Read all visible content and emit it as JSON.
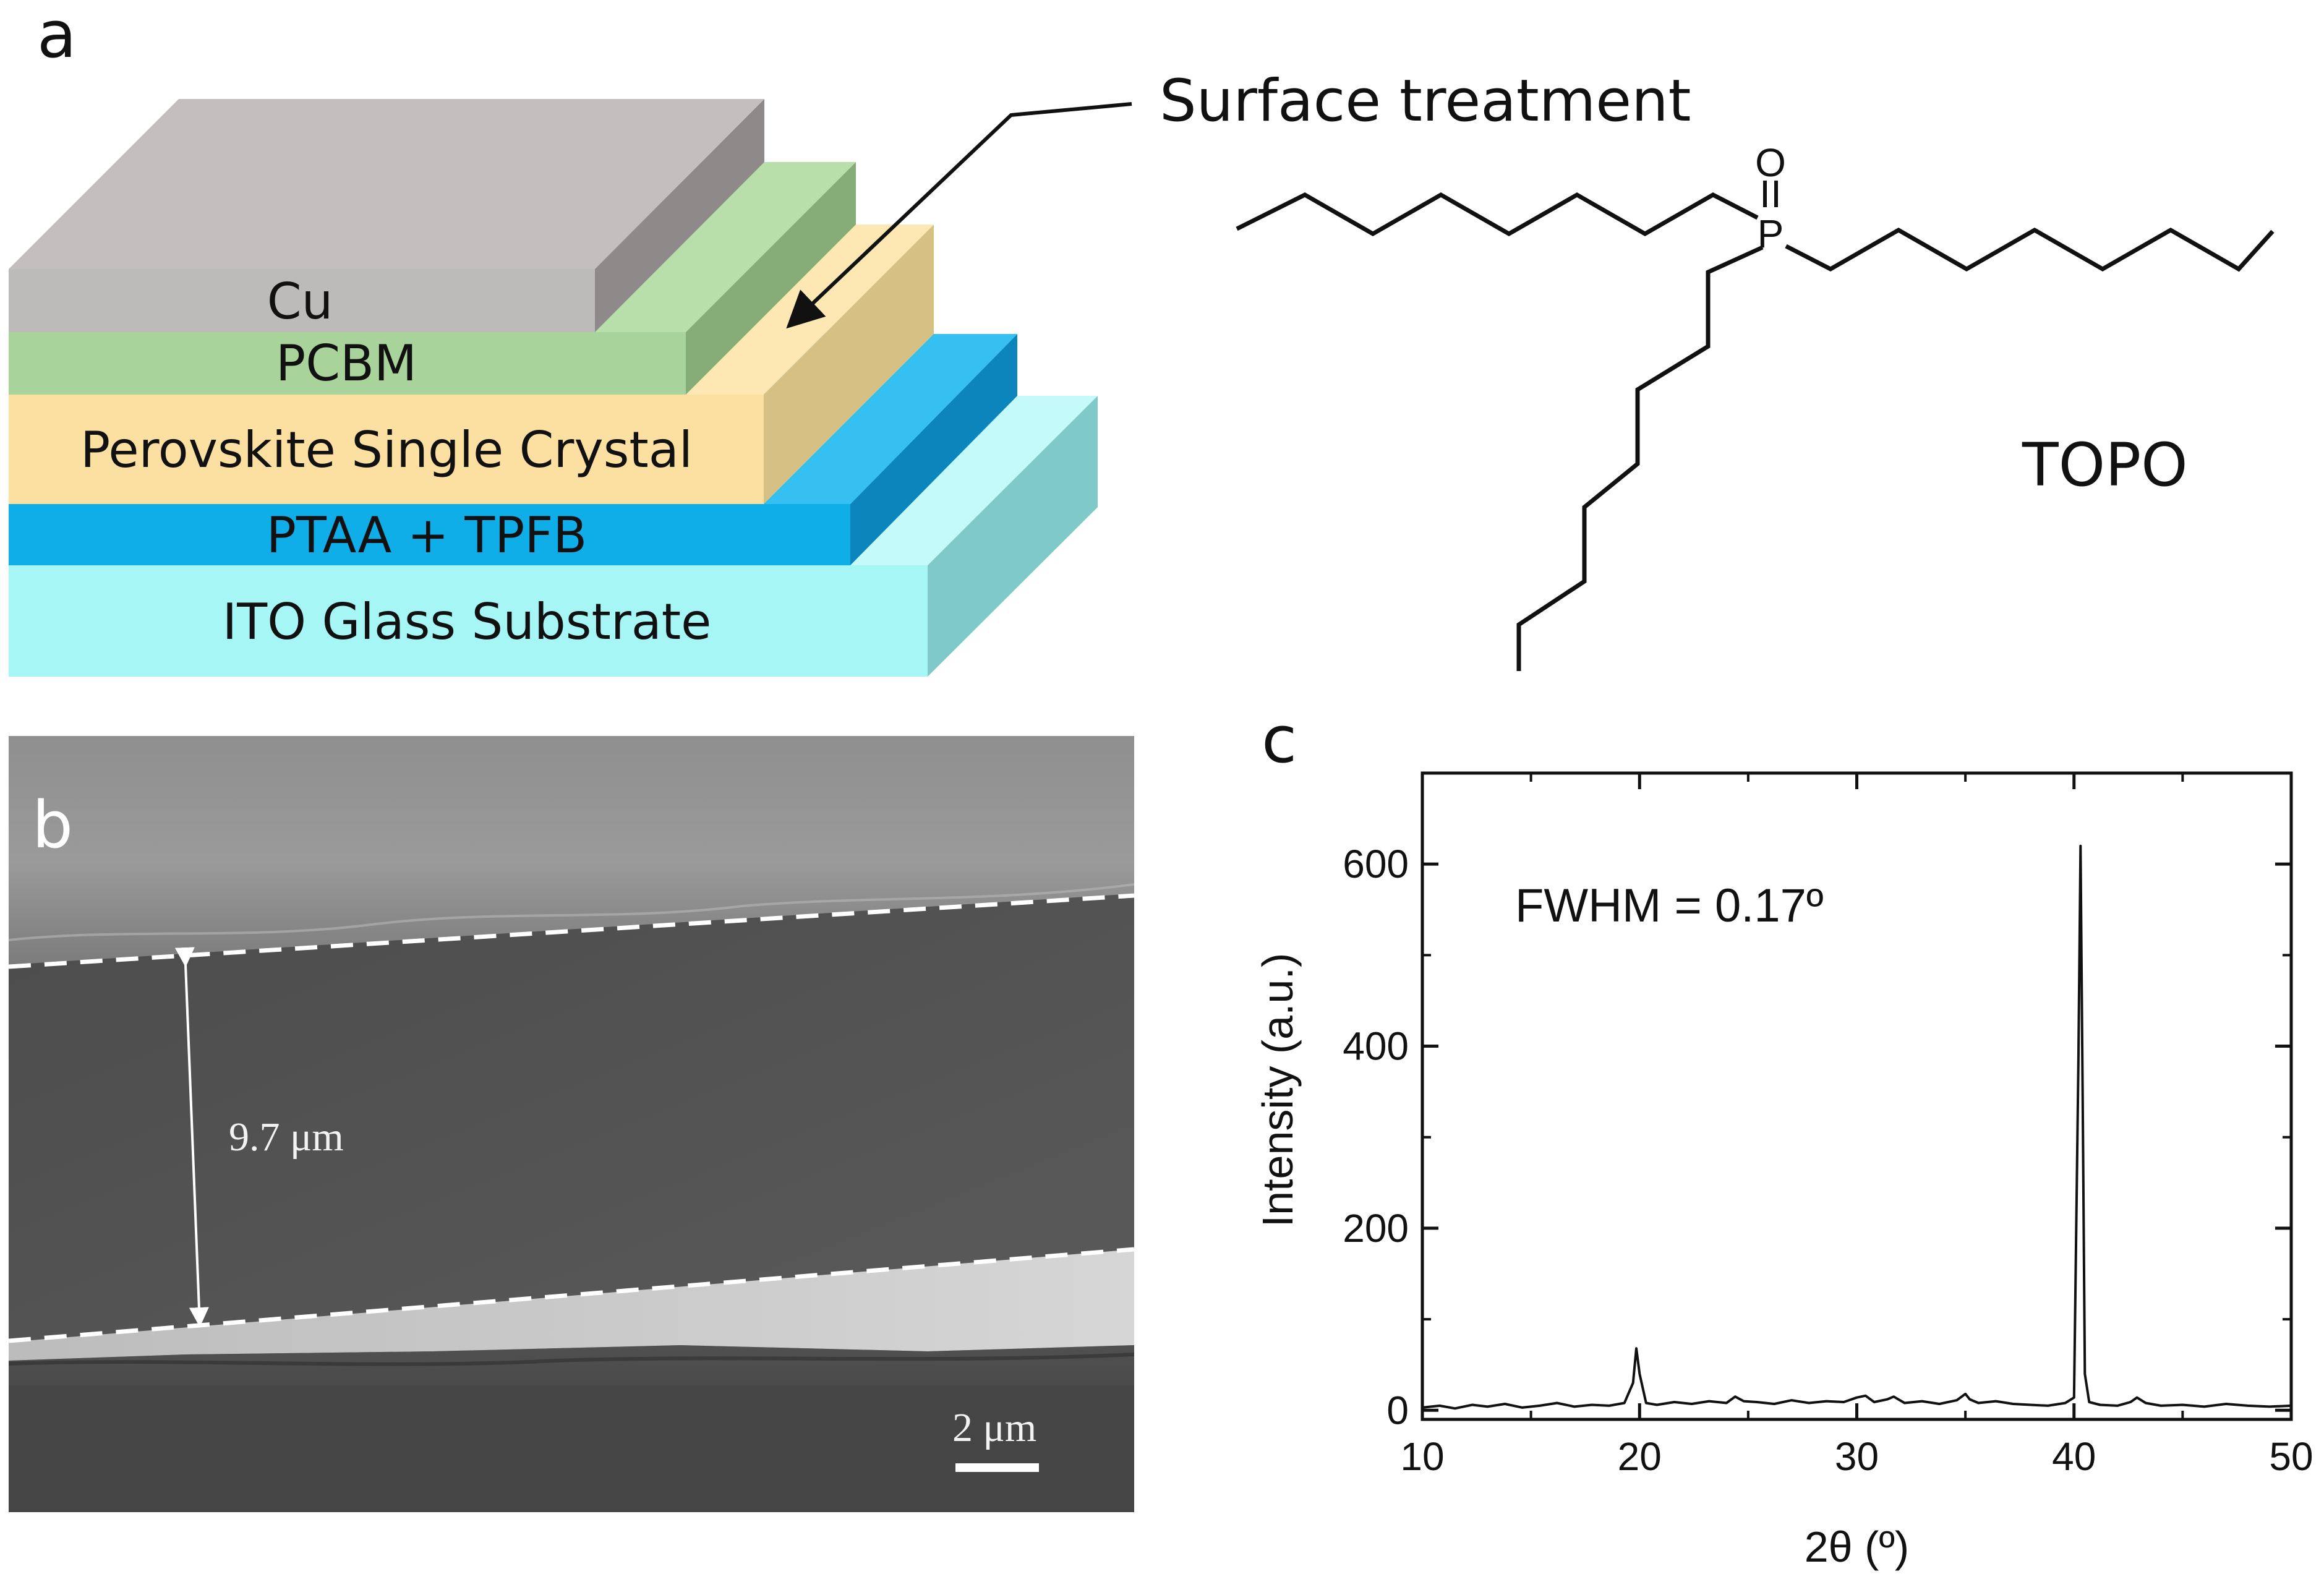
{
  "panels": {
    "a": "a",
    "b": "b",
    "c": "c"
  },
  "device_stack": {
    "layers": [
      "Cu",
      "PCBM",
      "Perovskite Single Crystal",
      "PTAA + TPFB",
      "ITO Glass Substrate"
    ],
    "callout": "Surface treatment",
    "colors": {
      "cu": "#bdbaba",
      "pcbm": "#a8d39b",
      "perovskite": "#fbe0a1",
      "ptaa": "#10aee8",
      "ito": "#a6f6f6"
    }
  },
  "molecule": {
    "name": "TOPO",
    "atom_p": "P",
    "atom_o": "O"
  },
  "sem_image": {
    "thickness_label": "9.7 μm",
    "scale_bar_label": "2 μm"
  },
  "chart_data": {
    "type": "line",
    "xlabel": "2θ (º)",
    "ylabel": "Intensity (a.u.)",
    "xlim": [
      10,
      50
    ],
    "ylim": [
      -10,
      700
    ],
    "xticks": [
      10,
      20,
      30,
      40,
      50
    ],
    "yticks": [
      0,
      200,
      400,
      600
    ],
    "annotation": "FWHM = 0.17º",
    "grid": false,
    "series": [
      {
        "x": [
          10,
          10.8,
          11.5,
          12.3,
          13.0,
          13.8,
          14.6,
          15.4,
          16.2,
          17.0,
          17.8,
          18.6,
          19.3,
          19.7,
          19.85,
          20.0,
          20.3,
          20.8,
          21.6,
          22.4,
          23.2,
          24.0,
          24.4,
          24.8,
          25.4,
          26.2,
          27.0,
          27.8,
          28.6,
          29.4,
          30.0,
          30.4,
          30.8,
          31.4,
          31.7,
          32.2,
          33.0,
          33.8,
          34.6,
          35.0,
          35.2,
          35.6,
          36.4,
          37.2,
          38.0,
          38.8,
          39.6,
          40.0,
          40.2,
          40.3,
          40.4,
          40.5,
          40.7,
          41.2,
          42.0,
          42.6,
          42.9,
          43.3,
          44.0,
          45.0,
          46.0,
          47.0,
          48.0,
          49.0,
          50.0
        ],
        "y": [
          3,
          5,
          2,
          6,
          4,
          7,
          3,
          5,
          8,
          4,
          6,
          5,
          8,
          30,
          68,
          40,
          8,
          6,
          9,
          7,
          10,
          8,
          15,
          10,
          9,
          7,
          11,
          8,
          10,
          9,
          14,
          16,
          9,
          12,
          15,
          8,
          10,
          7,
          11,
          18,
          12,
          8,
          10,
          7,
          6,
          5,
          8,
          14,
          380,
          620,
          340,
          40,
          9,
          6,
          5,
          9,
          14,
          8,
          5,
          6,
          4,
          7,
          5,
          4,
          5
        ]
      }
    ]
  }
}
